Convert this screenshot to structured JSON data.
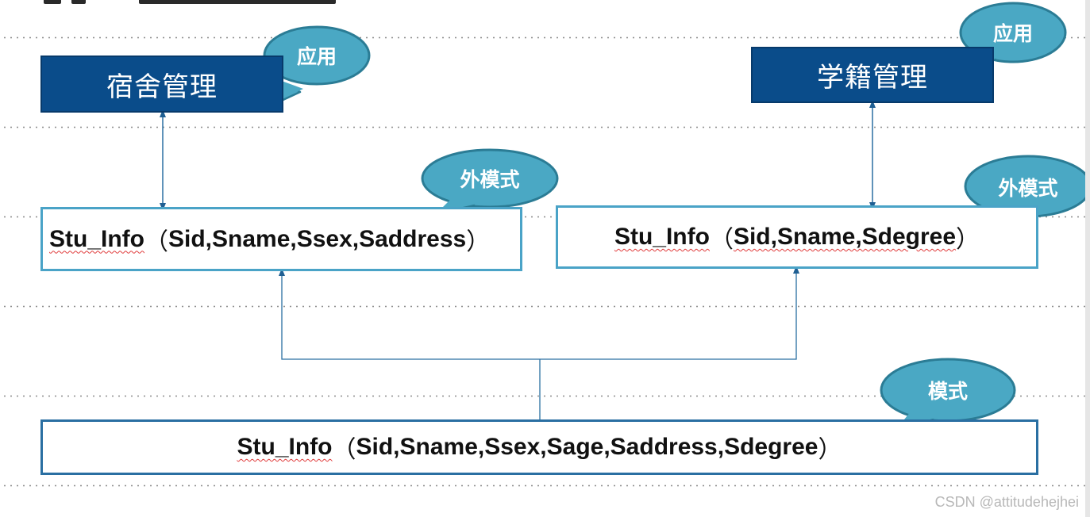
{
  "apps": {
    "dorm": "宿舍管理",
    "registry": "学籍管理"
  },
  "bubbles": {
    "app_left": "应用",
    "app_right": "应用",
    "external_left": "外模式",
    "external_right": "外模式",
    "schema": "模式"
  },
  "external_left": {
    "name": "Stu_Info",
    "open": "（",
    "fields": "Sid,Sname,Ssex,Saddress",
    "close": "）"
  },
  "external_right": {
    "name": "Stu_Info",
    "open": "（",
    "fields": "Sid,Sname,Sdegree",
    "close": "）"
  },
  "conceptual": {
    "name": "Stu_Info",
    "open": "（",
    "fields": "Sid,Sname,Ssex,Sage,Saddress,Sdegree",
    "close": "）"
  },
  "watermark": "CSDN @attitudehejhei",
  "colors": {
    "app_fill": "#0a4c8a",
    "bubble_fill": "#4aa8c4",
    "bubble_border": "#2b7c95",
    "box_border": "#4aa3c7",
    "connector": "#2a6fa2"
  }
}
